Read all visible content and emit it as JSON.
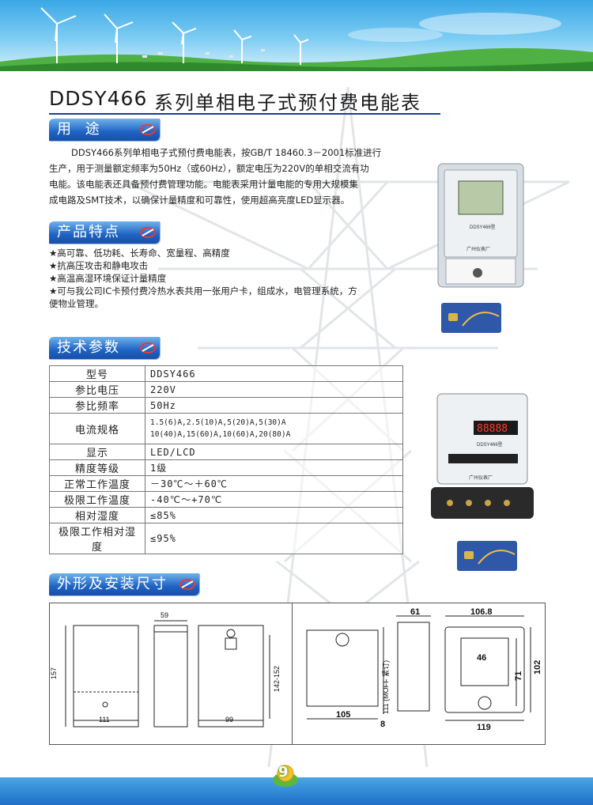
{
  "header": {
    "title_model": "DDSY466",
    "title_text": "系列单相电子式预付费电能表"
  },
  "sections": {
    "usage_label": "用 途",
    "features_label": "产品特点",
    "specs_label": "技术参数",
    "dims_label": "外形及安装尺寸"
  },
  "usage": {
    "lines": [
      "DDSY466系列单相电子式预付费电能表，按GB/T 18460.3－2001标准进行",
      "生产，用于测量额定频率为50Hz（或60Hz），额定电压为220V的单相交流有功",
      "电能。该电能表还具备预付费管理功能。电能表采用计量电能的专用大规模集",
      "成电路及SMT技术，以确保计量精度和可靠性，使用超高亮度LED显示器。"
    ]
  },
  "features": [
    "★高可靠、低功耗、长寿命、宽量程、高精度",
    "★抗高压攻击和静电攻击",
    "★高温高湿环境保证计量精度",
    "★可与我公司IC卡预付费冷热水表共用一张用户卡，组成水，电管理系统，方",
    "便物业管理。"
  ],
  "specs": [
    {
      "k": "型号",
      "v": "DDSY466"
    },
    {
      "k": "参比电压",
      "v": "220V"
    },
    {
      "k": "参比频率",
      "v": "50Hz"
    },
    {
      "k": "电流规格",
      "v": "1.5(6)A,2.5(10)A,5(20)A,5(30)A",
      "v2": "10(40)A,15(60)A,10(60)A,20(80)A"
    },
    {
      "k": "显示",
      "v": "LED/LCD"
    },
    {
      "k": "精度等级",
      "v": "1级"
    },
    {
      "k": "正常工作温度",
      "v": "－30℃～＋60℃"
    },
    {
      "k": "极限工作温度",
      "v": "-40℃～+70℃"
    },
    {
      "k": "相对湿度",
      "v": "≤85%"
    },
    {
      "k": "极限工作相对湿度",
      "v": "≤95%"
    }
  ],
  "meter1": {
    "model_label": "DDSY466型",
    "maker": "广州仪表厂"
  },
  "meter2": {
    "model_label": "DDSY466型",
    "maker": "广州仪表厂",
    "display": "88888"
  },
  "dims": {
    "d59": "59",
    "d157": "157",
    "d111": "111",
    "d142": "142-152",
    "d99": "99",
    "d61": "61",
    "d1068": "106.8",
    "d102": "102",
    "d71": "71",
    "d46": "46",
    "d105": "105",
    "d8": "8",
    "d119": "119",
    "d_tight": "111 (MOFF 紧订)"
  },
  "footer": {
    "page": "9"
  },
  "colors": {
    "accent": "#1f63c4",
    "rule": "#1a3f8e",
    "banner_top": "#3aa8e6",
    "footer": "#1e6fc6"
  }
}
